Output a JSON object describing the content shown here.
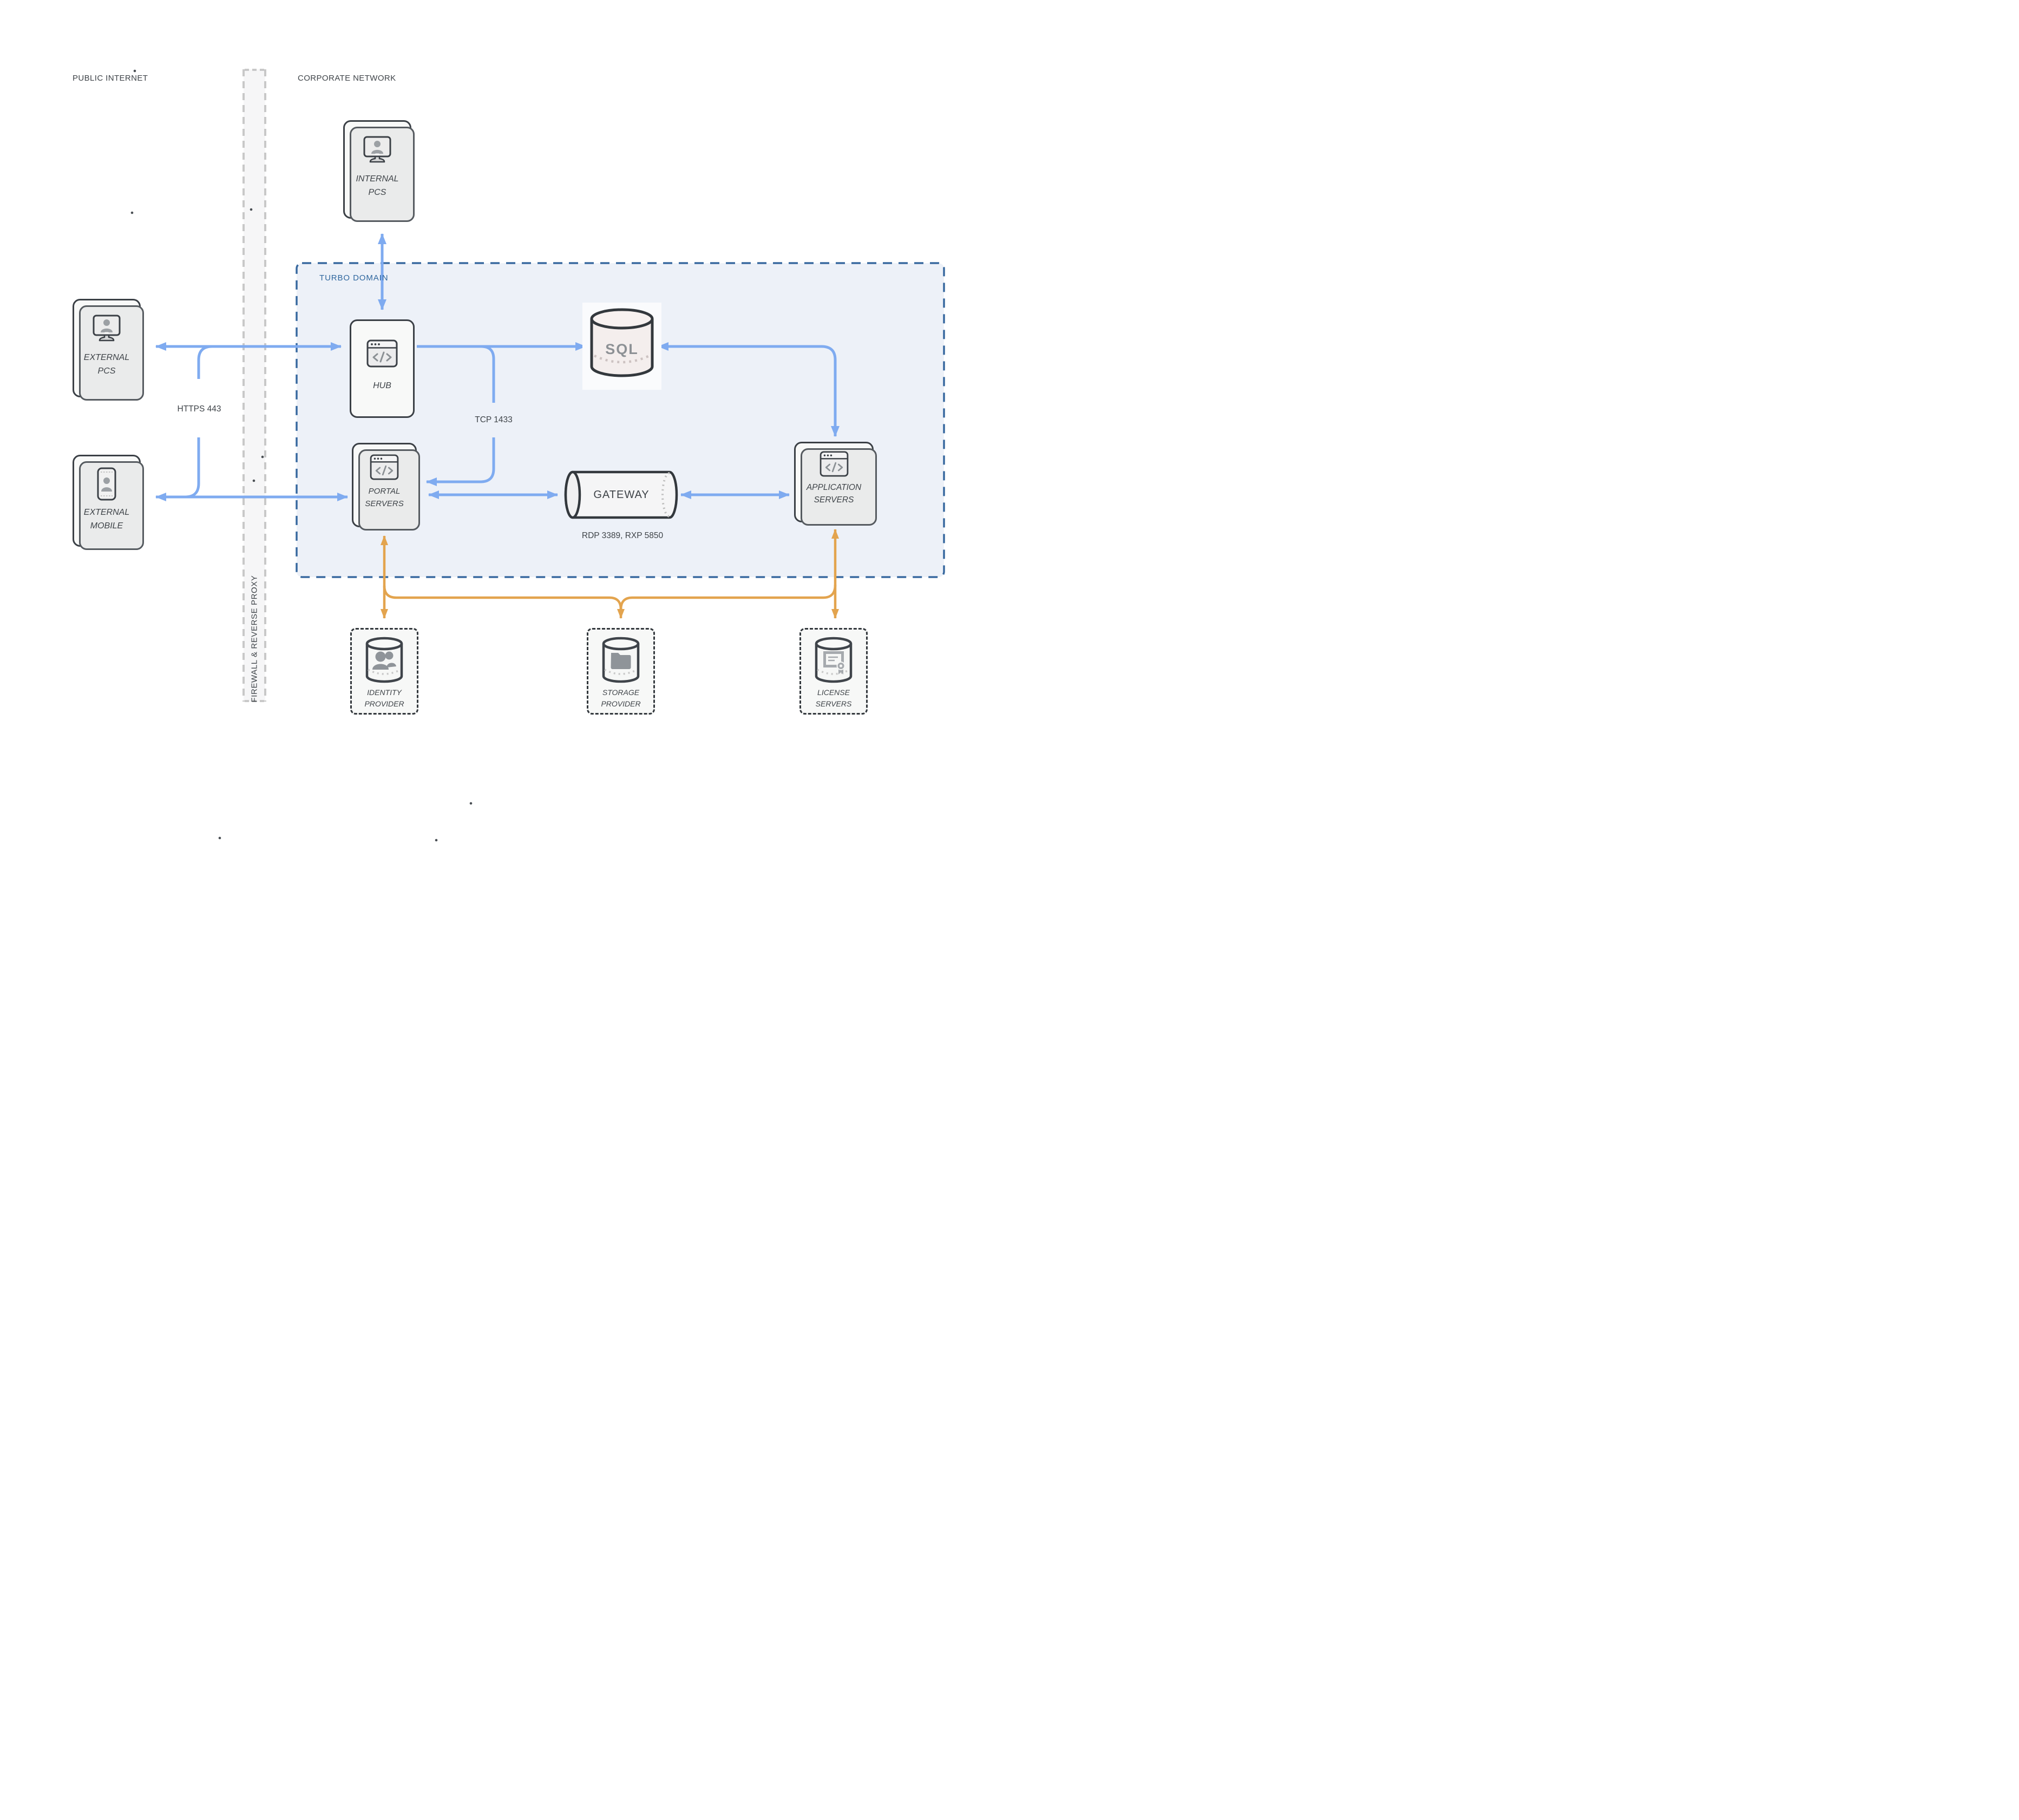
{
  "sections": {
    "public_internet": {
      "label": "PUBLIC INTERNET"
    },
    "corporate_network": {
      "label": "CORPORATE NETWORK"
    },
    "firewall": {
      "label": "FIREWALL & REVERSE PROXY"
    },
    "turbo_domain": {
      "label": "TURBO DOMAIN"
    }
  },
  "nodes": {
    "internal_pcs": {
      "line1": "INTERNAL",
      "line2": "PCS",
      "icon": "desktop-user-icon"
    },
    "external_pcs": {
      "line1": "EXTERNAL",
      "line2": "PCS",
      "icon": "desktop-user-icon"
    },
    "external_mobile": {
      "line1": "EXTERNAL",
      "line2": "MOBILE",
      "icon": "mobile-user-icon"
    },
    "hub": {
      "line1": "HUB",
      "icon": "browser-code-icon"
    },
    "portal_servers": {
      "line1": "PORTAL",
      "line2": "SERVERS",
      "icon": "browser-code-icon"
    },
    "application_servers": {
      "line1": "APPLICATION",
      "line2": "SERVERS",
      "icon": "browser-code-icon"
    },
    "sql": {
      "label": "SQL",
      "icon": "database-cylinder-icon"
    },
    "gateway": {
      "label": "GATEWAY",
      "icon": "pipe-cylinder-icon"
    },
    "identity_provider": {
      "line1": "IDENTITY",
      "line2": "PROVIDER",
      "icon": "users-database-icon"
    },
    "storage_provider": {
      "line1": "STORAGE",
      "line2": "PROVIDER",
      "icon": "folder-database-icon"
    },
    "license_servers": {
      "line1": "LICENSE",
      "line2": "SERVERS",
      "icon": "certificate-database-icon"
    }
  },
  "edge_labels": {
    "https": "HTTPS 443",
    "tcp": "TCP 1433",
    "rdp": "RDP 3389, RXP 5850"
  },
  "colors": {
    "connector_blue": "#7fabf0",
    "connector_orange": "#e3a44e",
    "domain_border": "#38699f",
    "domain_fill": "#edf1f8",
    "domain_label": "#2e669e",
    "card_border": "#3b4046",
    "text": "#3e4348",
    "firewall_fill": "#f6f6f7",
    "firewall_dash": "#c8c8c8"
  }
}
